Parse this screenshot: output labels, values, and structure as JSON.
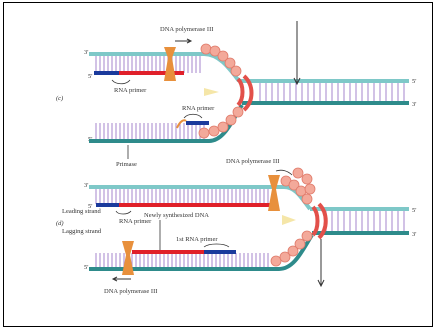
{
  "panels": [
    {
      "letter": "(c)",
      "end_3_prime": "3'",
      "end_5_prime": "5'",
      "labels": {
        "polymerase": "DNA polymerase III",
        "rna_primer_top": "RNA primer",
        "rna_primer_mid": "RNA primer",
        "primase": "Primase"
      }
    },
    {
      "letter": "(d)",
      "end_3_prime": "3'",
      "end_5_prime": "5'",
      "labels": {
        "polymerase_top": "DNA polymerase III",
        "leading_strand": "Leading strand",
        "rna_primer": "RNA primer",
        "newly_synthesized": "Newly synthesized DNA",
        "lagging_strand": "Lagging strand",
        "first_rna_primer": "1st RNA primer",
        "polymerase_bottom": "DNA polymerase III"
      }
    }
  ],
  "colors": {
    "template_strand": "#7ec8c8",
    "strand_dark": "#2e8b8b",
    "base_pairs": "#b39ad6",
    "rna_primer": "#1a3a9c",
    "new_dna": "#e0202a",
    "polymerase": "#e8903c",
    "ssb": "#f3a99a",
    "helicase": "#e2504a"
  }
}
